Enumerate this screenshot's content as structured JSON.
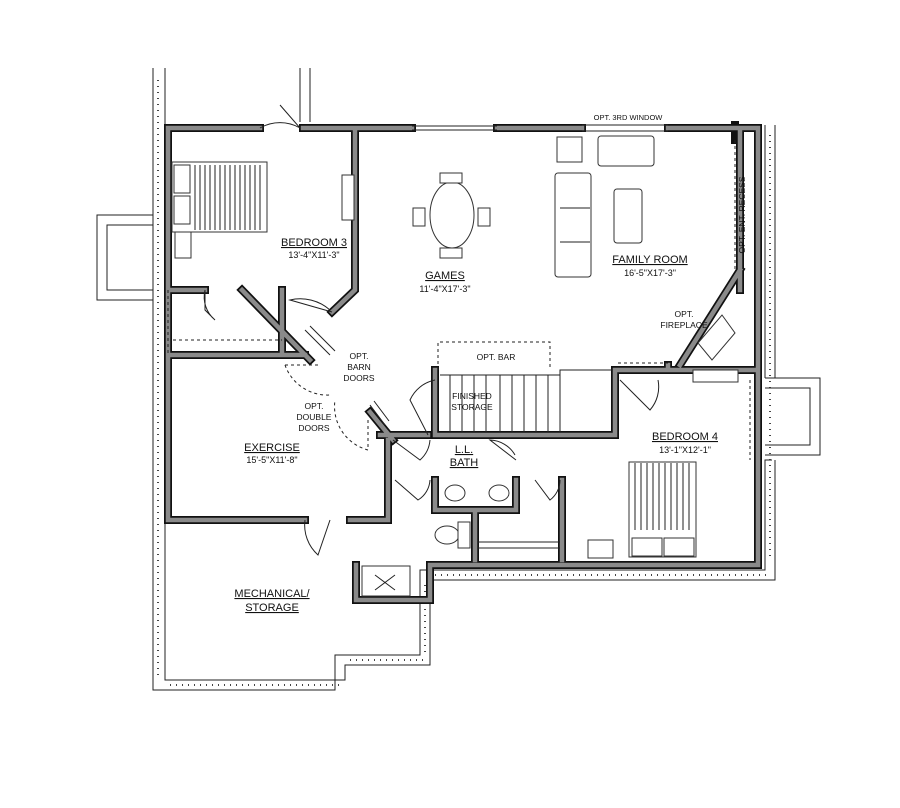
{
  "rooms": {
    "bedroom3": {
      "name": "BEDROOM 3",
      "size": "13'-4\"X11'-3\""
    },
    "games": {
      "name": "GAMES",
      "size": "11'-4\"X17'-3\""
    },
    "family_room": {
      "name": "FAMILY ROOM",
      "size": "16'-5\"X17'-3\""
    },
    "exercise": {
      "name": "EXERCISE",
      "size": "15'-5\"X11'-8\""
    },
    "bedroom4": {
      "name": "BEDROOM 4",
      "size": "13'-1\"X12'-1\""
    },
    "bath": {
      "name_line1": "L.L.",
      "name_line2": "BATH"
    },
    "mechanical": {
      "name_line1": "MECHANICAL/",
      "name_line2": "STORAGE"
    },
    "storage": {
      "line1": "FINISHED",
      "line2": "STORAGE"
    }
  },
  "notes": {
    "third_window": "OPT. 3RD WINDOW",
    "ent_recess": "OPT. ENT. RECESS",
    "fireplace_1": "OPT.",
    "fireplace_2": "FIREPLACE",
    "bar": "OPT. BAR",
    "barn_1": "OPT.",
    "barn_2": "BARN",
    "barn_3": "DOORS",
    "double_1": "OPT.",
    "double_2": "DOUBLE",
    "double_3": "DOORS"
  },
  "colors": {
    "wall_fill": "#8a8a8a",
    "wall_outline": "#111111"
  }
}
